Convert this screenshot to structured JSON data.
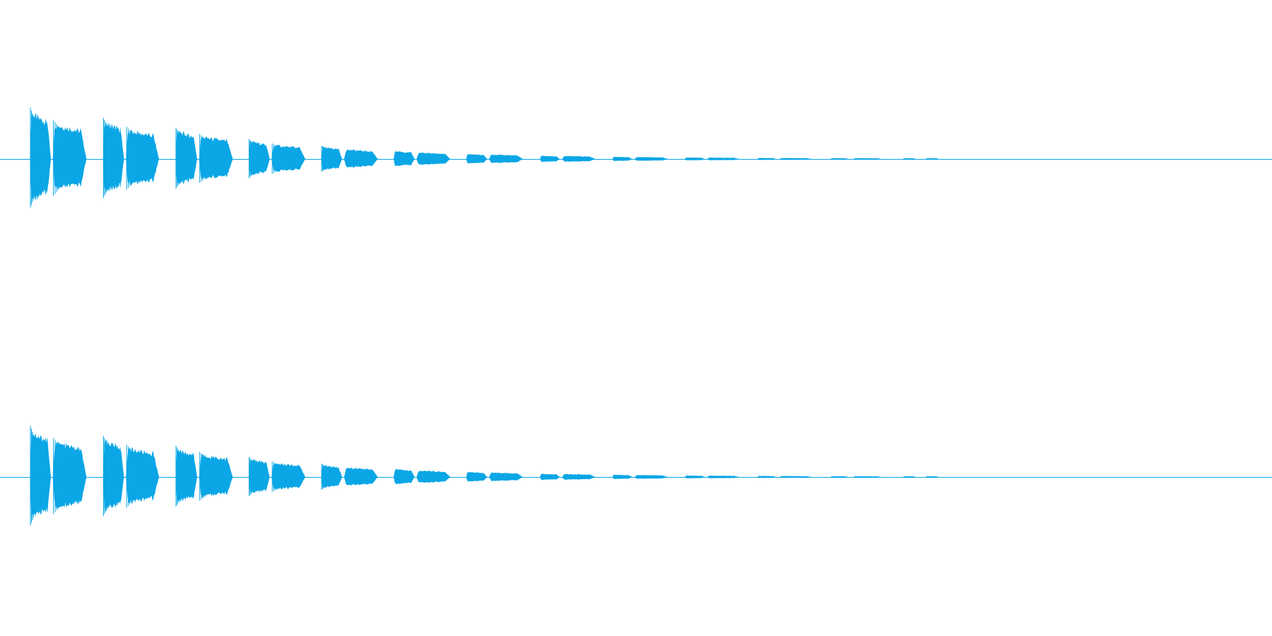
{
  "colors": {
    "waveform": "#0aa6e6",
    "background": "#ffffff"
  },
  "chart_data": {
    "type": "area",
    "title": "",
    "xlabel": "",
    "ylabel": "",
    "grid": false,
    "legend": "none",
    "x_range": [
      0,
      1
    ],
    "y_range": [
      -1,
      1
    ],
    "channels": [
      {
        "bursts": [
          {
            "start": 0.0236,
            "end": 0.04,
            "peak": 0.92
          },
          {
            "start": 0.0415,
            "end": 0.068,
            "peak": 0.7
          },
          {
            "start": 0.081,
            "end": 0.0975,
            "peak": 0.74
          },
          {
            "start": 0.099,
            "end": 0.125,
            "peak": 0.58
          },
          {
            "start": 0.138,
            "end": 0.155,
            "peak": 0.56
          },
          {
            "start": 0.1565,
            "end": 0.183,
            "peak": 0.45
          },
          {
            "start": 0.1955,
            "end": 0.212,
            "peak": 0.36
          },
          {
            "start": 0.2135,
            "end": 0.24,
            "peak": 0.28
          },
          {
            "start": 0.2525,
            "end": 0.269,
            "peak": 0.24
          },
          {
            "start": 0.2705,
            "end": 0.297,
            "peak": 0.19
          },
          {
            "start": 0.3095,
            "end": 0.326,
            "peak": 0.16
          },
          {
            "start": 0.3275,
            "end": 0.354,
            "peak": 0.13
          },
          {
            "start": 0.3665,
            "end": 0.383,
            "peak": 0.1
          },
          {
            "start": 0.3845,
            "end": 0.411,
            "peak": 0.09
          },
          {
            "start": 0.4245,
            "end": 0.44,
            "peak": 0.065
          },
          {
            "start": 0.442,
            "end": 0.468,
            "peak": 0.06
          },
          {
            "start": 0.4815,
            "end": 0.497,
            "peak": 0.045
          },
          {
            "start": 0.499,
            "end": 0.525,
            "peak": 0.04
          },
          {
            "start": 0.5385,
            "end": 0.554,
            "peak": 0.03
          },
          {
            "start": 0.556,
            "end": 0.581,
            "peak": 0.028
          },
          {
            "start": 0.5955,
            "end": 0.61,
            "peak": 0.022
          },
          {
            "start": 0.613,
            "end": 0.638,
            "peak": 0.02
          },
          {
            "start": 0.653,
            "end": 0.667,
            "peak": 0.014
          },
          {
            "start": 0.671,
            "end": 0.693,
            "peak": 0.012
          },
          {
            "start": 0.71,
            "end": 0.72,
            "peak": 0.01
          },
          {
            "start": 0.728,
            "end": 0.738,
            "peak": 0.009
          }
        ]
      },
      {
        "bursts": [
          {
            "start": 0.0236,
            "end": 0.04,
            "peak": 0.92
          },
          {
            "start": 0.0415,
            "end": 0.068,
            "peak": 0.7
          },
          {
            "start": 0.081,
            "end": 0.0975,
            "peak": 0.74
          },
          {
            "start": 0.099,
            "end": 0.125,
            "peak": 0.58
          },
          {
            "start": 0.138,
            "end": 0.155,
            "peak": 0.56
          },
          {
            "start": 0.1565,
            "end": 0.183,
            "peak": 0.45
          },
          {
            "start": 0.1955,
            "end": 0.212,
            "peak": 0.36
          },
          {
            "start": 0.2135,
            "end": 0.24,
            "peak": 0.28
          },
          {
            "start": 0.2525,
            "end": 0.269,
            "peak": 0.24
          },
          {
            "start": 0.2705,
            "end": 0.297,
            "peak": 0.19
          },
          {
            "start": 0.3095,
            "end": 0.326,
            "peak": 0.16
          },
          {
            "start": 0.3275,
            "end": 0.354,
            "peak": 0.13
          },
          {
            "start": 0.3665,
            "end": 0.383,
            "peak": 0.1
          },
          {
            "start": 0.3845,
            "end": 0.411,
            "peak": 0.09
          },
          {
            "start": 0.4245,
            "end": 0.44,
            "peak": 0.065
          },
          {
            "start": 0.442,
            "end": 0.468,
            "peak": 0.06
          },
          {
            "start": 0.4815,
            "end": 0.497,
            "peak": 0.045
          },
          {
            "start": 0.499,
            "end": 0.525,
            "peak": 0.04
          },
          {
            "start": 0.5385,
            "end": 0.554,
            "peak": 0.03
          },
          {
            "start": 0.556,
            "end": 0.581,
            "peak": 0.028
          },
          {
            "start": 0.5955,
            "end": 0.61,
            "peak": 0.022
          },
          {
            "start": 0.613,
            "end": 0.638,
            "peak": 0.02
          },
          {
            "start": 0.653,
            "end": 0.667,
            "peak": 0.014
          },
          {
            "start": 0.671,
            "end": 0.693,
            "peak": 0.012
          },
          {
            "start": 0.71,
            "end": 0.72,
            "peak": 0.01
          },
          {
            "start": 0.728,
            "end": 0.738,
            "peak": 0.009
          }
        ]
      }
    ]
  }
}
